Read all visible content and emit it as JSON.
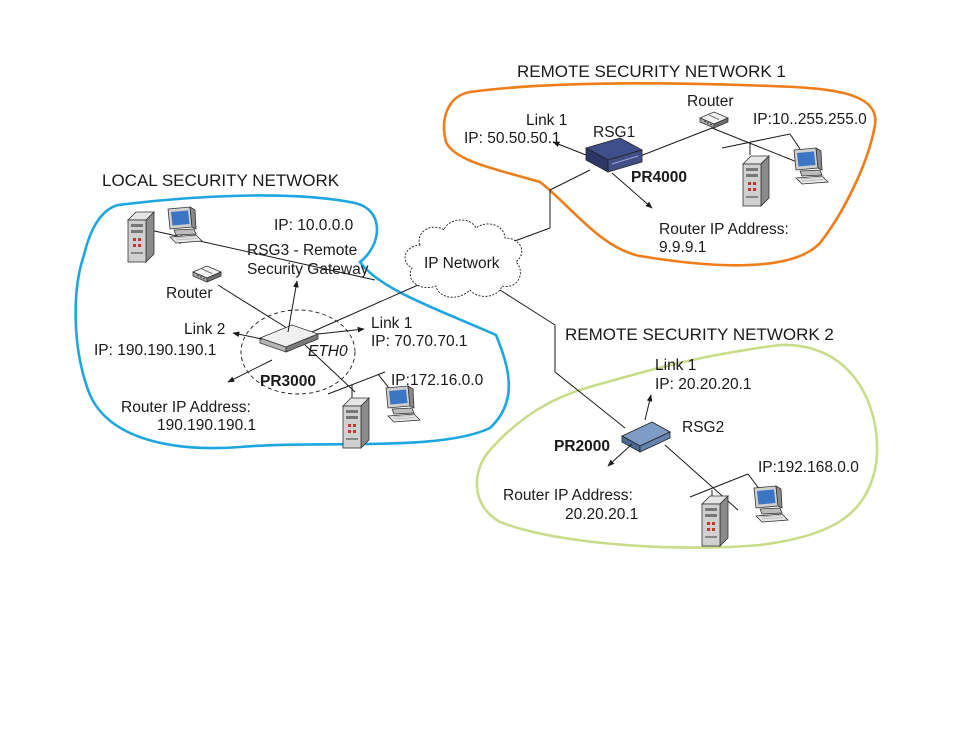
{
  "colors": {
    "local_network": "#1ea6e0",
    "remote_network_1": "#ef7d1a",
    "remote_network_2": "#c9dc8a",
    "gateway_pr4000": "#3f4f8c",
    "gateway_pr2000": "#7f9cc6"
  },
  "networks": {
    "local": {
      "title": "LOCAL SECURITY NETWORK"
    },
    "remote1": {
      "title": "REMOTE SECURITY NETWORK 1"
    },
    "remote2": {
      "title": "REMOTE SECURITY NETWORK 2"
    }
  },
  "cloud": {
    "label": "IP Network"
  },
  "local": {
    "ip_lan": "IP: 10.0.0.0",
    "rsg_name_1": "RSG3 - Remote",
    "rsg_name_2": "Security Gateway",
    "router_label": "Router",
    "link2_title": "Link 2",
    "link2_ip": "IP: 190.190.190.1",
    "link1_title": "Link 1",
    "link1_ip": "IP: 70.70.70.1",
    "eth_label": "ETH0",
    "model": "PR3000",
    "ip_lan2": "IP:172.16.0.0",
    "router_ip_title": "Router IP Address:",
    "router_ip_value": "190.190.190.1"
  },
  "remote1": {
    "router_label": "Router",
    "link1_title": "Link 1",
    "link1_ip": "IP: 50.50.50.1",
    "rsg_name": "RSG1",
    "ip_lan": "IP:10..255.255.0",
    "model": "PR4000",
    "router_ip_title": "Router IP Address:",
    "router_ip_value": "9.9.9.1"
  },
  "remote2": {
    "link1_title": "Link 1",
    "link1_ip": "IP: 20.20.20.1",
    "rsg_name": "RSG2",
    "model": "PR2000",
    "ip_lan": "IP:192.168.0.0",
    "router_ip_title": "Router IP Address:",
    "router_ip_value": "20.20.20.1"
  },
  "icons": [
    "server-icon",
    "workstation-icon",
    "router-icon",
    "gateway-icon",
    "cloud-icon"
  ]
}
